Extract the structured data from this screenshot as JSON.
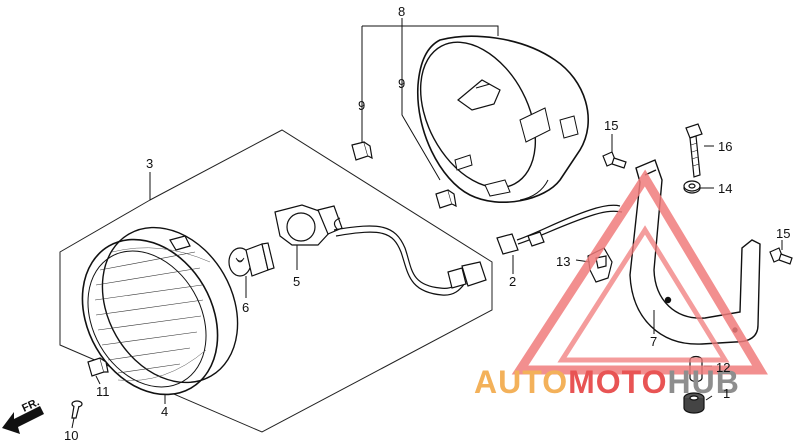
{
  "parts": [
    {
      "id": "1",
      "label": "1"
    },
    {
      "id": "2",
      "label": "2"
    },
    {
      "id": "3",
      "label": "3"
    },
    {
      "id": "4",
      "label": "4"
    },
    {
      "id": "5",
      "label": "5"
    },
    {
      "id": "6",
      "label": "6"
    },
    {
      "id": "7",
      "label": "7"
    },
    {
      "id": "8",
      "label": "8"
    },
    {
      "id": "9a",
      "label": "9"
    },
    {
      "id": "9b",
      "label": "9"
    },
    {
      "id": "10",
      "label": "10"
    },
    {
      "id": "11",
      "label": "11"
    },
    {
      "id": "12",
      "label": "12"
    },
    {
      "id": "13",
      "label": "13"
    },
    {
      "id": "14",
      "label": "14"
    },
    {
      "id": "15a",
      "label": "15"
    },
    {
      "id": "15b",
      "label": "15"
    },
    {
      "id": "16",
      "label": "16"
    }
  ],
  "direction_label": "FR.",
  "watermark": {
    "part1": "AUTO",
    "part2": "MOTO",
    "part3": "HUB",
    "color_auto": "#f3b15a",
    "color_moto": "#e85454",
    "color_hub": "#8e8e8e",
    "triangle_color": "#f07b7b"
  }
}
